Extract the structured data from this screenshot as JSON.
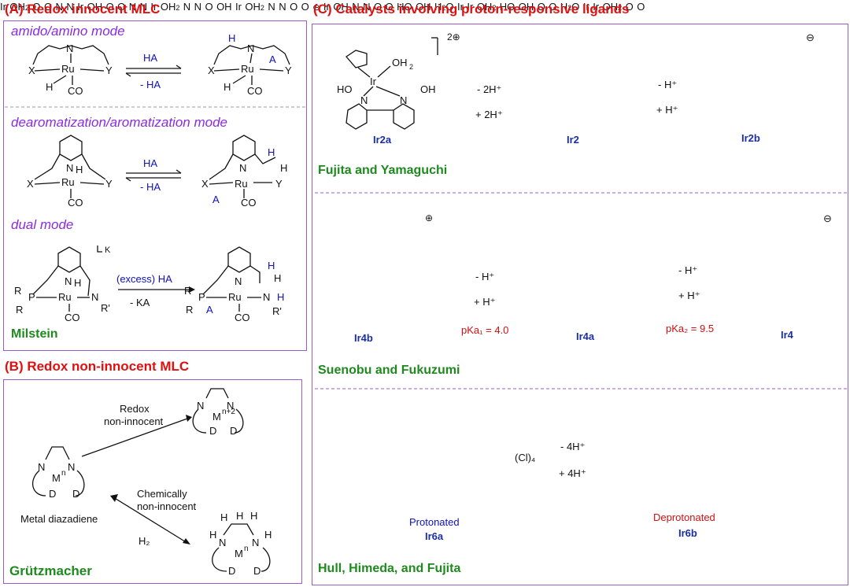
{
  "panel_a": {
    "title": "(A) Redox innocent MLC",
    "mode1": "amido/amino mode",
    "mode2": "dearomatization/aromatization mode",
    "mode3": "dual mode",
    "author": "Milstein",
    "arrow1_top": "HA",
    "arrow1_bottom": "- HA",
    "arrow2_top": "HA",
    "arrow2_bottom": "- HA",
    "arrow3_top": "(excess) HA",
    "arrow3_bottom": "- KA",
    "charge_k": "K"
  },
  "panel_b": {
    "title": "(B) Redox non-innocent MLC",
    "author": "Grützmacher",
    "redox_label_1": "Redox",
    "redox_label_2": "non-innocent",
    "chem_label_1": "Chemically",
    "chem_label_2": "non-innocent",
    "h2_label": "H₂",
    "metal_label": "Metal diazadiene"
  },
  "panel_c": {
    "title": "(C) Catalysts involving proton-responsive ligands",
    "row1": {
      "author": "Fujita and Yamaguchi",
      "compounds": [
        "Ir2a",
        "Ir2",
        "Ir2b"
      ],
      "arrow1_top": "- 2H⁺",
      "arrow1_bottom": "+ 2H⁺",
      "arrow2_top": "- H⁺",
      "arrow2_bottom": "+ H⁺",
      "charge_first": "2⊕",
      "charge_last": "⊖"
    },
    "row2": {
      "author": "Suenobu and Fukuzumi",
      "compounds": [
        "Ir4b",
        "Ir4a",
        "Ir4"
      ],
      "arrow1_top": "- H⁺",
      "arrow1_bottom": "+ H⁺",
      "arrow2_top": "- H⁺",
      "arrow2_bottom": "+ H⁺",
      "pka1": "pKa₁ = 4.0",
      "pka2": "pKa₂ = 9.5",
      "charge_first": "⊕",
      "charge_last": "⊖"
    },
    "row3": {
      "author": "Hull, Himeda, and Fujita",
      "compounds": [
        "Ir6a",
        "Ir6b"
      ],
      "arrow_top": "- 4H⁺",
      "arrow_bottom": "+ 4H⁺",
      "state_left": "Protonated",
      "state_right": "Deprotonated",
      "counterion": "(Cl)₄"
    }
  },
  "colors": {
    "title_red": "#e01010",
    "author_green": "#1e8a1e",
    "mode_purple": "#8a2be2",
    "box_border": "#9b5bc8",
    "compound_blue": "#1a2ea8"
  }
}
